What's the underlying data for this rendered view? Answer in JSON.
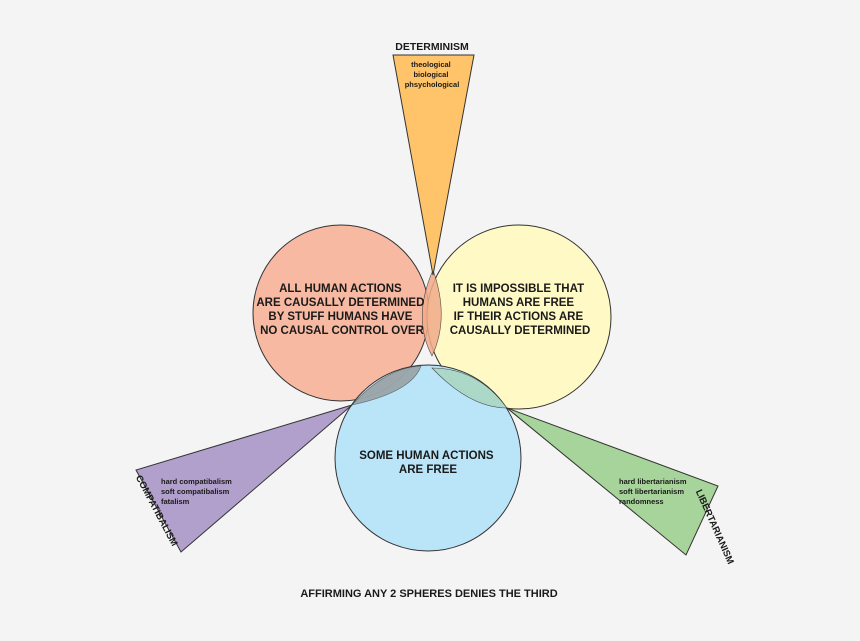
{
  "spheres": {
    "left": {
      "lines": [
        "ALL HUMAN ACTIONS",
        "ARE CAUSALLY DETERMINED",
        "BY STUFF HUMANS HAVE",
        "NO CAUSAL CONTROL OVER"
      ],
      "color": "#f7b9a2"
    },
    "right": {
      "lines": [
        "IT IS IMPOSSIBLE THAT",
        "HUMANS ARE FREE",
        "IF THEIR ACTIONS ARE",
        "CAUSALLY DETERMINED"
      ],
      "color": "#fff9c0"
    },
    "bottom": {
      "lines": [
        "SOME HUMAN ACTIONS",
        "ARE FREE"
      ],
      "color": "#b4e2f7"
    }
  },
  "wedges": {
    "determinism": {
      "title": "DETERMINISM",
      "items": [
        "theological",
        "biological",
        "phsychological"
      ],
      "color": "#ffc46a"
    },
    "compatibilism": {
      "title": "COMPATIBALISM",
      "items": [
        "hard compatibalism",
        "soft compatibalism",
        "fatalism"
      ],
      "color": "#b19fcc"
    },
    "libertarianism": {
      "title": "LIBERTARIANISM",
      "items": [
        "hard libertarianism",
        "soft libertarianism",
        "randomness"
      ],
      "color": "#a7d49a"
    }
  },
  "caption": "AFFIRMING ANY 2 SPHERES DENIES THE THIRD"
}
